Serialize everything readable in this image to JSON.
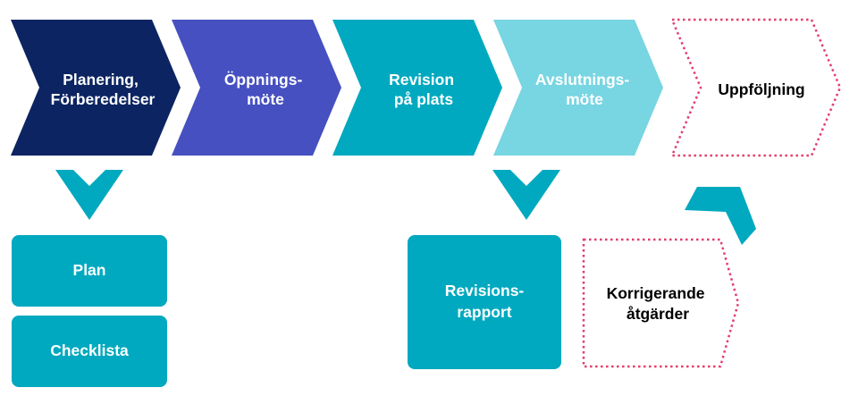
{
  "colors": {
    "navy": "#0c2461",
    "indigo": "#4650c0",
    "teal": "#00a9bf",
    "light_teal": "#78d5e2",
    "pink_dotted": "#e33d6c",
    "white_text": "#ffffff",
    "dark_text": "#000000"
  },
  "process_steps": [
    {
      "line1": "Planering,",
      "line2": "Förberedelser",
      "color": "navy"
    },
    {
      "line1": "Öppnings-",
      "line2": "möte",
      "color": "indigo"
    },
    {
      "line1": "Revision",
      "line2": "på plats",
      "color": "teal"
    },
    {
      "line1": "Avslutnings-",
      "line2": "möte",
      "color": "light_teal"
    },
    {
      "line1": "Uppföljning",
      "line2": "",
      "color": "dotted"
    }
  ],
  "outputs": {
    "plan": "Plan",
    "checklist": "Checklista",
    "report_line1": "Revisions-",
    "report_line2": "rapport",
    "corrective_line1": "Korrigerande",
    "corrective_line2": "åtgärder"
  }
}
